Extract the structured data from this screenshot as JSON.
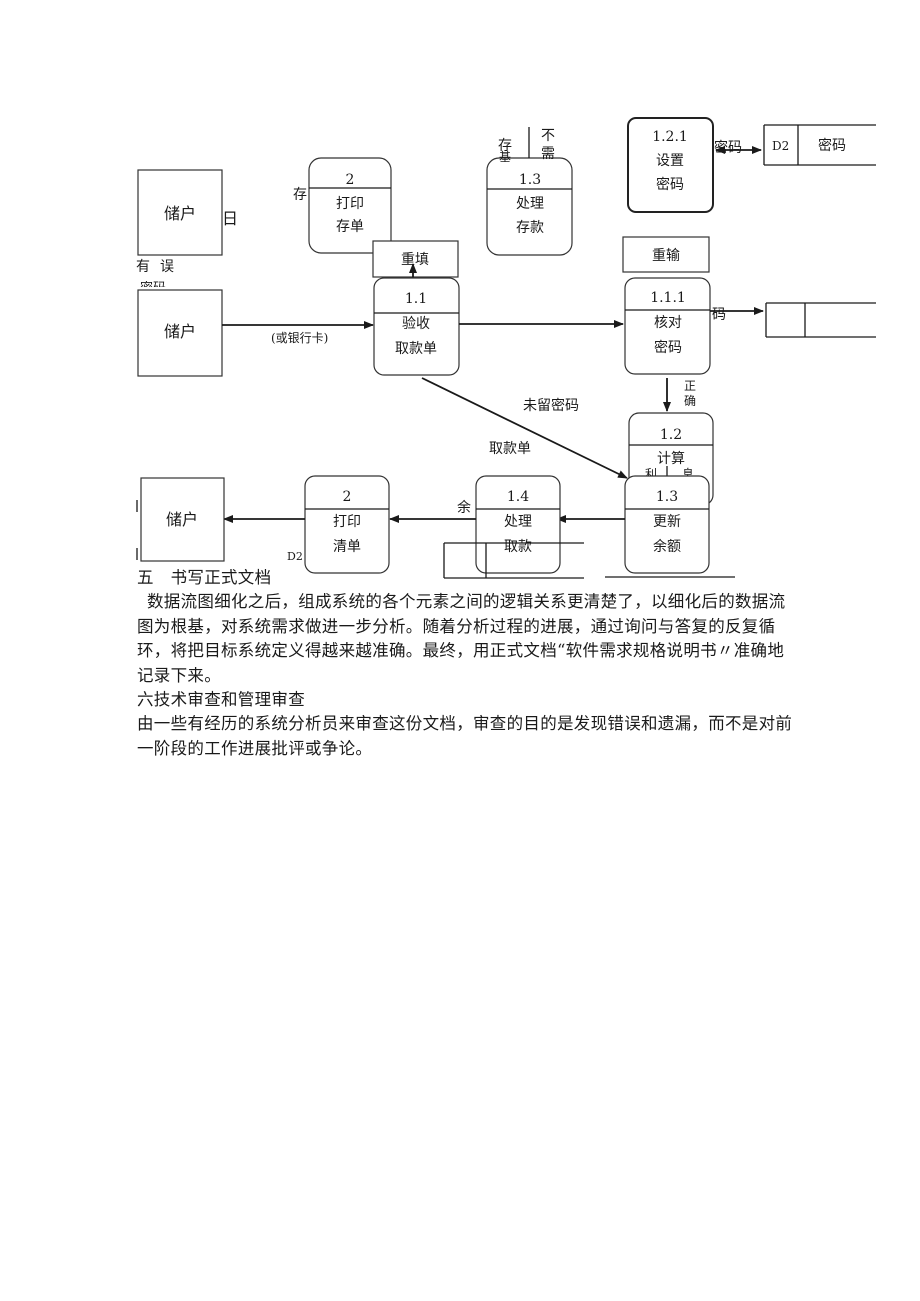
{
  "diagram": {
    "labels": {
      "cun_top": "存",
      "cun_base": "基",
      "bu": "不",
      "xu": "需",
      "cun_left": "存",
      "you": "有",
      "wu": "误",
      "mima_trunc": "密码",
      "mima_c": "密码",
      "mima_d": "码",
      "or_bank_card": "(或银行卡)",
      "no_password": "未留密码",
      "withdrawal_slip": "取款单",
      "zheng": "正",
      "que": "确",
      "li": "利",
      "xi": "息",
      "yu": "余",
      "d2_small": "D2",
      "bracket_glyph": "日"
    },
    "nodes": {
      "depositor_1": "储户",
      "depositor_2": "储户",
      "depositor_3": "储户",
      "p2a_id": "2",
      "p2a_name": [
        "打印",
        "存单"
      ],
      "p13a_id": "1.3",
      "p13a_name": [
        "处理",
        "存款"
      ],
      "p121_id": "1.2.1",
      "p121_name": [
        "设置",
        "密码"
      ],
      "store_d2_id": "D2",
      "store_d2_name": "密码",
      "refill": "重填",
      "reinput": "重输",
      "p11_id": "1.1",
      "p11_name": [
        "验收",
        "取款单"
      ],
      "p111_id": "1.1.1",
      "p111_name": [
        "核对",
        "密码"
      ],
      "p12_id": "1.2",
      "p12_name": "计算",
      "p13b_id": "1.3",
      "p13b_name": [
        "更新",
        "余额"
      ],
      "p14_id": "1.4",
      "p14_name": [
        "处理",
        "取款"
      ],
      "p2b_id": "2",
      "p2b_name": [
        "打印",
        "清单"
      ]
    }
  },
  "document": {
    "heading5": "五　书写正式文档",
    "para1": "数据流图细化之后，组成系统的各个元素之间的逻辑关系更清楚了，以细化后的数据流图为根基，对系统需求做进一步分析。随着分析过程的进展，通过询问与答复的反复循环，将把目标系统定义得越来越准确。最终，用正式文档“软件需求规格说明书〃准确地记录下来。",
    "heading6": "六技术审查和管理审查",
    "para2": "由一些有经历的系统分析员来审查这份文档，审查的目的是发现错误和遗漏，而不是对前一阶段的工作进展批评或争论。"
  }
}
